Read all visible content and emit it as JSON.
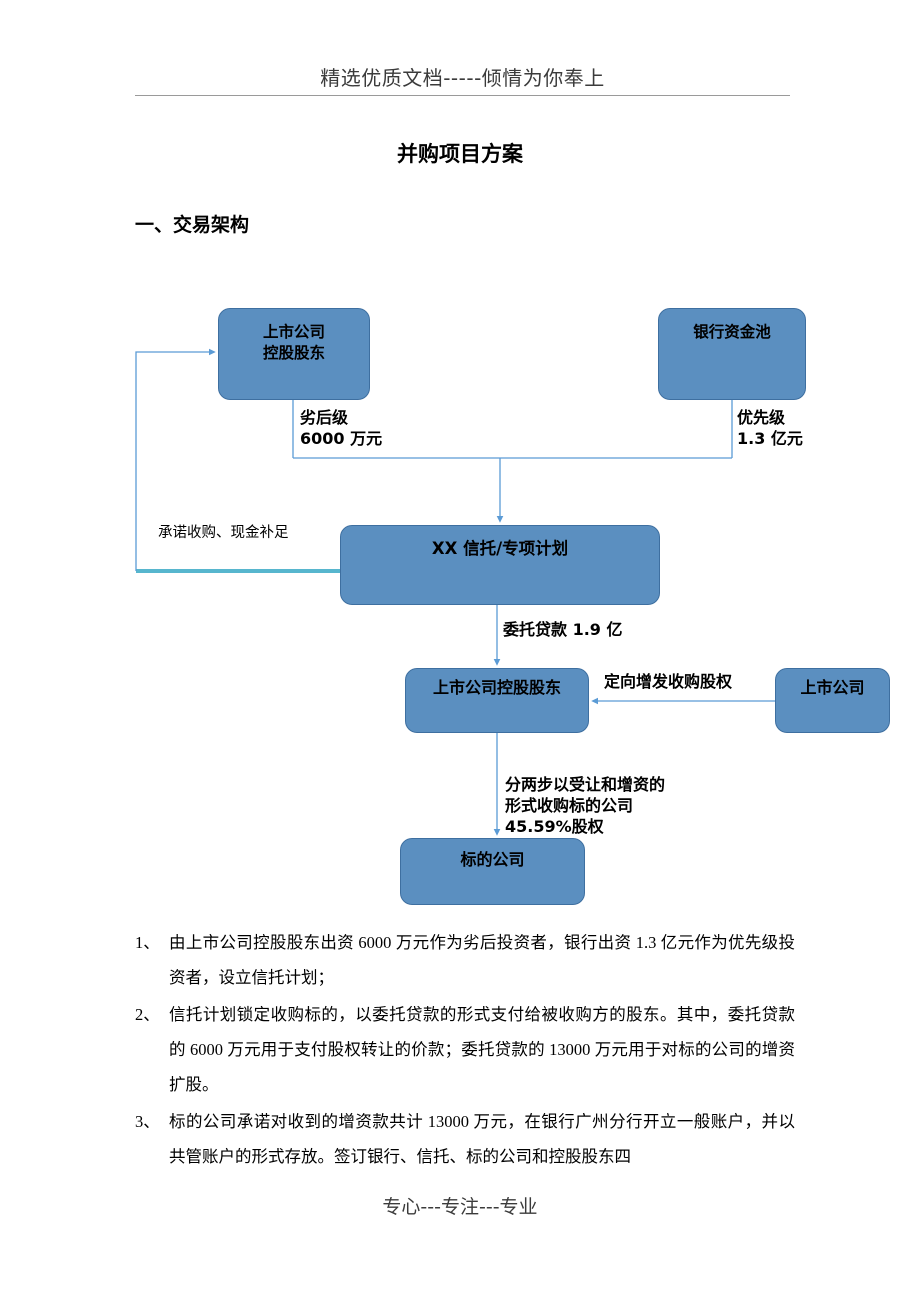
{
  "header": {
    "banner_text": "精选优质文档-----倾情为你奉上"
  },
  "title": "并购项目方案",
  "section_title": "一、交易架构",
  "diagram": {
    "nodes": [
      {
        "id": "controlling-shareholder-top",
        "label": "上市公司\n控股股东"
      },
      {
        "id": "bank-pool",
        "label": "银行资金池"
      },
      {
        "id": "trust-plan",
        "label": "XX 信托/专项计划"
      },
      {
        "id": "controlling-shareholder-mid",
        "label": "上市公司控股股东"
      },
      {
        "id": "listed-company",
        "label": "上市公司"
      },
      {
        "id": "target-company",
        "label": "标的公司"
      }
    ],
    "edge_labels": {
      "subordinate": "劣后级\n6000 万元",
      "senior": "优先级 1.3 亿元",
      "commitment": "承诺收购、现金补足",
      "entrusted_loan": "委托贷款 1.9 亿",
      "private_placement": "定向增发收购股权",
      "two_step_acquisition": "分两步以受让和增资的形式收购标的公司 45.59%股权"
    },
    "colors": {
      "node_fill": "#5B8FC0",
      "node_border": "#3E6FA0",
      "connector": "#5B9BD5",
      "feedback_line": "#57B6CE"
    }
  },
  "list": {
    "items": [
      {
        "marker": "1、",
        "text": "由上市公司控股股东出资 6000 万元作为劣后投资者，银行出资 1.3 亿元作为优先级投资者，设立信托计划；"
      },
      {
        "marker": "2、",
        "text": "信托计划锁定收购标的，以委托贷款的形式支付给被收购方的股东。其中，委托贷款的 6000 万元用于支付股权转让的价款；委托贷款的 13000 万元用于对标的公司的增资扩股。"
      },
      {
        "marker": "3、",
        "text": "标的公司承诺对收到的增资款共计 13000 万元，在银行广州分行开立一般账户，并以共管账户的形式存放。签订银行、信托、标的公司和控股股东四"
      }
    ]
  },
  "footer": {
    "text": "专心---专注---专业"
  }
}
